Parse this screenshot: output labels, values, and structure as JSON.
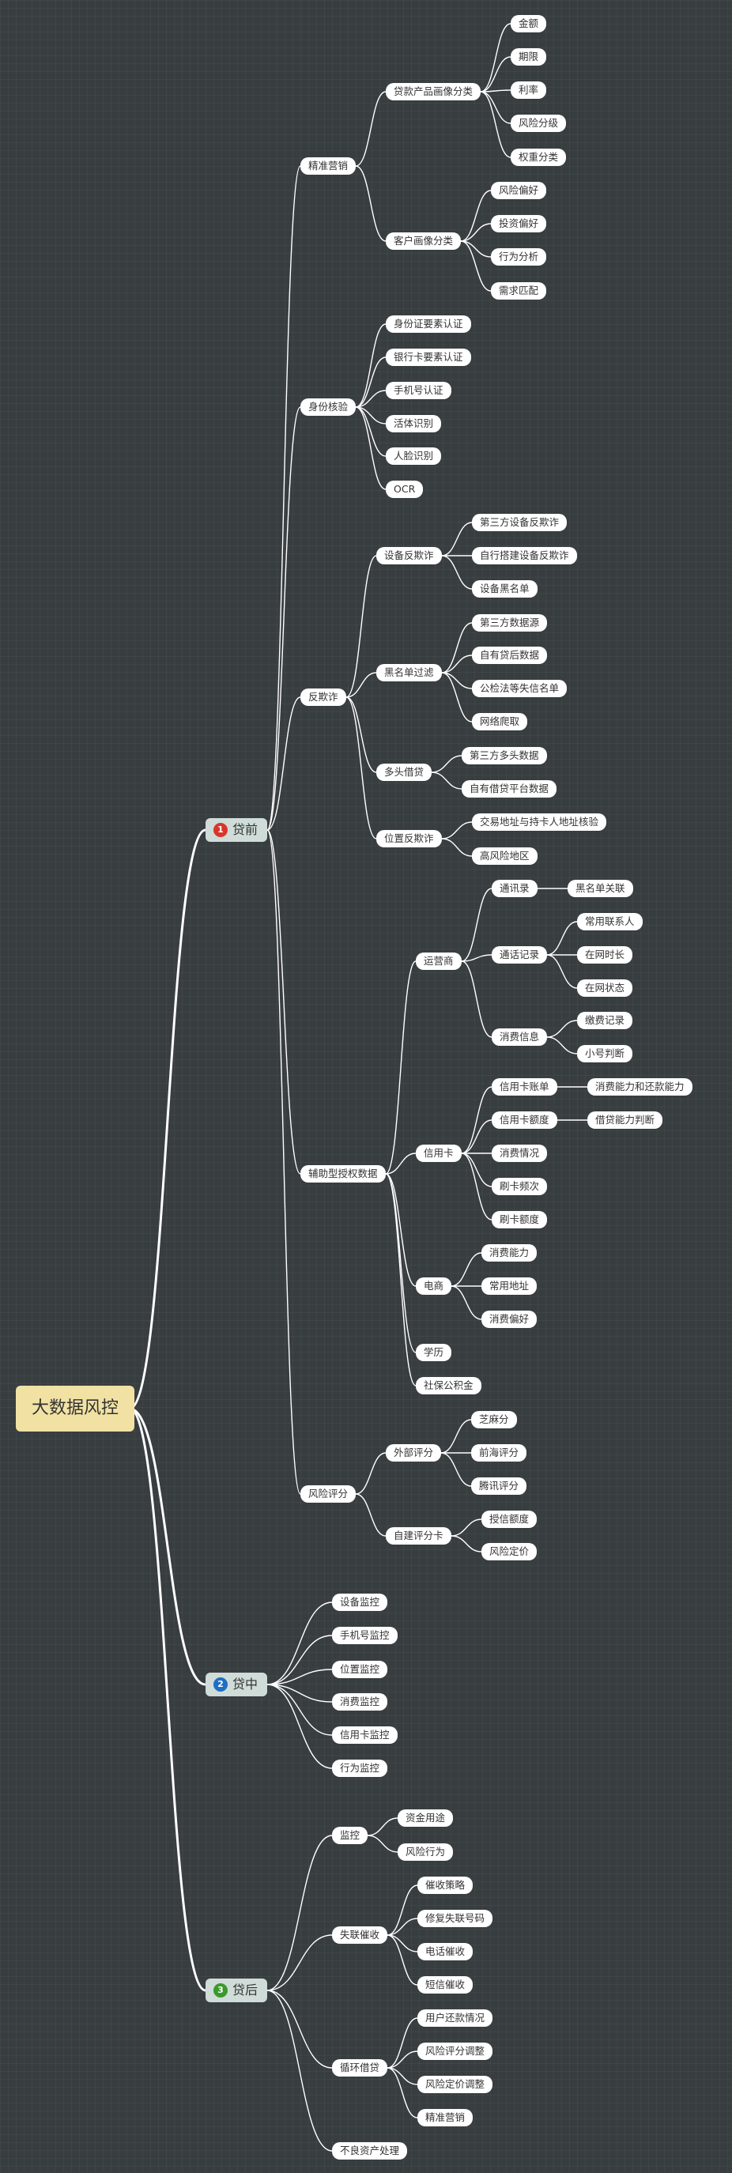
{
  "mindmap": {
    "root": "大数据风控",
    "branches": [
      {
        "label": "贷前",
        "badge": "1",
        "badge_color": "#d9362b",
        "children": [
          {
            "label": "精准营销",
            "children": [
              {
                "label": "贷款产品画像分类",
                "children": [
                  {
                    "label": "金额"
                  },
                  {
                    "label": "期限"
                  },
                  {
                    "label": "利率"
                  },
                  {
                    "label": "风险分级"
                  },
                  {
                    "label": "权重分类"
                  }
                ]
              },
              {
                "label": "客户画像分类",
                "children": [
                  {
                    "label": "风险偏好"
                  },
                  {
                    "label": "投资偏好"
                  },
                  {
                    "label": "行为分析"
                  },
                  {
                    "label": "需求匹配"
                  }
                ]
              }
            ]
          },
          {
            "label": "身份核验",
            "children": [
              {
                "label": "身份证要素认证"
              },
              {
                "label": "银行卡要素认证"
              },
              {
                "label": "手机号认证"
              },
              {
                "label": "活体识别"
              },
              {
                "label": "人脸识别"
              },
              {
                "label": "OCR"
              }
            ]
          },
          {
            "label": "反欺诈",
            "children": [
              {
                "label": "设备反欺诈",
                "children": [
                  {
                    "label": "第三方设备反欺诈"
                  },
                  {
                    "label": "自行搭建设备反欺诈"
                  },
                  {
                    "label": "设备黑名单"
                  }
                ]
              },
              {
                "label": "黑名单过滤",
                "children": [
                  {
                    "label": "第三方数据源"
                  },
                  {
                    "label": "自有贷后数据"
                  },
                  {
                    "label": "公检法等失信名单"
                  },
                  {
                    "label": "网络爬取"
                  }
                ]
              },
              {
                "label": "多头借贷",
                "children": [
                  {
                    "label": "第三方多头数据"
                  },
                  {
                    "label": "自有借贷平台数据"
                  }
                ]
              },
              {
                "label": "位置反欺诈",
                "children": [
                  {
                    "label": "交易地址与持卡人地址核验"
                  },
                  {
                    "label": "高风险地区"
                  }
                ]
              }
            ]
          },
          {
            "label": "辅助型授权数据",
            "children": [
              {
                "label": "运营商",
                "children": [
                  {
                    "label": "通讯录",
                    "children": [
                      {
                        "label": "黑名单关联"
                      }
                    ]
                  },
                  {
                    "label": "通话记录",
                    "children": [
                      {
                        "label": "常用联系人"
                      },
                      {
                        "label": "在网时长"
                      },
                      {
                        "label": "在网状态"
                      }
                    ]
                  },
                  {
                    "label": "消费信息",
                    "children": [
                      {
                        "label": "缴费记录"
                      },
                      {
                        "label": "小号判断"
                      }
                    ]
                  }
                ]
              },
              {
                "label": "信用卡",
                "children": [
                  {
                    "label": "信用卡账单",
                    "children": [
                      {
                        "label": "消费能力和还款能力"
                      }
                    ]
                  },
                  {
                    "label": "信用卡额度",
                    "children": [
                      {
                        "label": "借贷能力判断"
                      }
                    ]
                  },
                  {
                    "label": "消费情况"
                  },
                  {
                    "label": "刷卡频次"
                  },
                  {
                    "label": "刷卡额度"
                  }
                ]
              },
              {
                "label": "电商",
                "children": [
                  {
                    "label": "消费能力"
                  },
                  {
                    "label": "常用地址"
                  },
                  {
                    "label": "消费偏好"
                  }
                ]
              },
              {
                "label": "学历"
              },
              {
                "label": "社保公积金"
              }
            ]
          },
          {
            "label": "风险评分",
            "children": [
              {
                "label": "外部评分",
                "children": [
                  {
                    "label": "芝麻分"
                  },
                  {
                    "label": "前海评分"
                  },
                  {
                    "label": "腾讯评分"
                  }
                ]
              },
              {
                "label": "自建评分卡",
                "children": [
                  {
                    "label": "授信额度"
                  },
                  {
                    "label": "风险定价"
                  }
                ]
              }
            ]
          }
        ]
      },
      {
        "label": "贷中",
        "badge": "2",
        "badge_color": "#1f6fc4",
        "children": [
          {
            "label": "设备监控"
          },
          {
            "label": "手机号监控"
          },
          {
            "label": "位置监控"
          },
          {
            "label": "消费监控"
          },
          {
            "label": "信用卡监控"
          },
          {
            "label": "行为监控"
          }
        ]
      },
      {
        "label": "贷后",
        "badge": "3",
        "badge_color": "#3a9a2c",
        "children": [
          {
            "label": "监控",
            "children": [
              {
                "label": "资金用途"
              },
              {
                "label": "风险行为"
              }
            ]
          },
          {
            "label": "失联催收",
            "children": [
              {
                "label": "催收策略"
              },
              {
                "label": "修复失联号码"
              },
              {
                "label": "电话催收"
              },
              {
                "label": "短信催收"
              }
            ]
          },
          {
            "label": "循环借贷",
            "children": [
              {
                "label": "用户还款情况"
              },
              {
                "label": "风险评分调整"
              },
              {
                "label": "风险定价调整"
              },
              {
                "label": "精准营销"
              }
            ]
          },
          {
            "label": "不良资产处理"
          }
        ]
      }
    ]
  }
}
